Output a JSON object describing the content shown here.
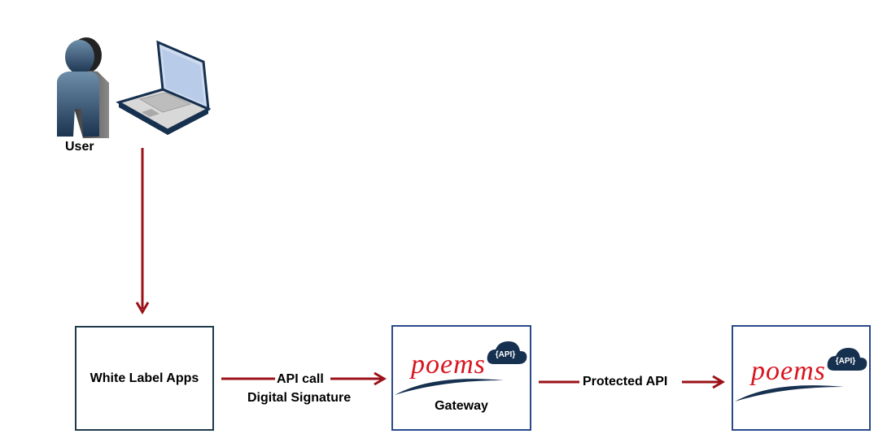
{
  "diagram": {
    "user": {
      "label": "User",
      "icons": [
        "user-figure-icon",
        "laptop-icon"
      ]
    },
    "nodes": [
      {
        "id": "white-label-apps",
        "label": "White Label Apps"
      },
      {
        "id": "gateway",
        "logo_text": "poems",
        "badge": "{API}",
        "label": "Gateway"
      },
      {
        "id": "backend",
        "logo_text": "poems",
        "badge": "{API}"
      }
    ],
    "edges": [
      {
        "from": "user",
        "to": "white-label-apps",
        "label": ""
      },
      {
        "from": "white-label-apps",
        "to": "gateway",
        "label_line1": "API call",
        "label_line2": "Digital Signature"
      },
      {
        "from": "gateway",
        "to": "backend",
        "label": "Protected API"
      }
    ],
    "colors": {
      "arrow": "#9b1118",
      "box_border_dark": "#1f3a4a",
      "box_border_blue": "#2a4a8a",
      "logo_red": "#d9141e",
      "logo_navy": "#16304f"
    }
  }
}
